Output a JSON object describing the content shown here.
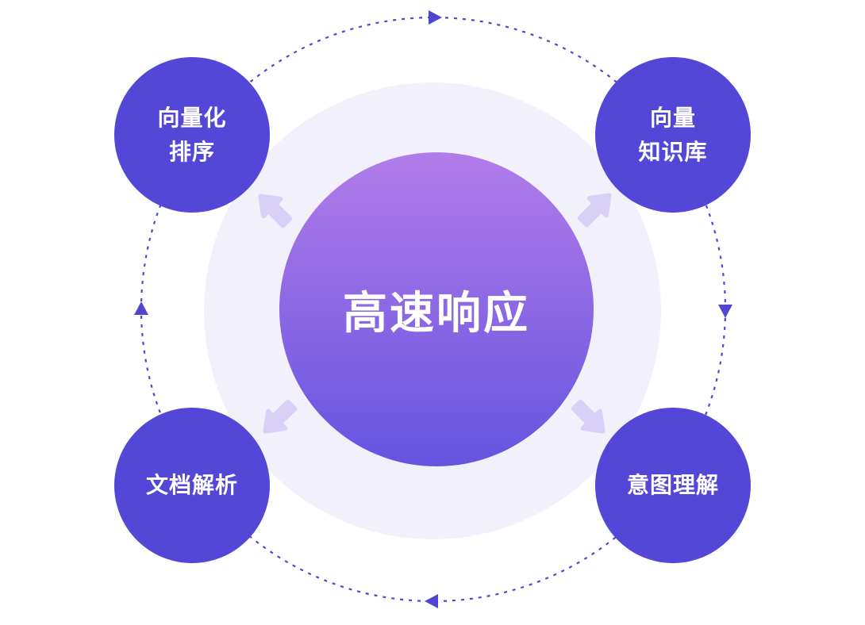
{
  "diagram": {
    "center": {
      "label": "高速响应"
    },
    "nodes": [
      {
        "id": "vectorize-sort",
        "lines": [
          "向量化",
          "排序"
        ]
      },
      {
        "id": "vector-knowledge-base",
        "lines": [
          "向量",
          "知识库"
        ]
      },
      {
        "id": "document-parsing",
        "lines": [
          "文档解析"
        ]
      },
      {
        "id": "intent-understanding",
        "lines": [
          "意图理解"
        ]
      }
    ],
    "colors": {
      "node_fill": "#5447d8",
      "center_top": "#b27ce9",
      "center_bottom": "#6554e0",
      "halo": "#f2f0fb",
      "orbit": "#5246d0",
      "arrow": "#d8d0f6",
      "text": "#ffffff",
      "background": "#ffffff"
    }
  }
}
